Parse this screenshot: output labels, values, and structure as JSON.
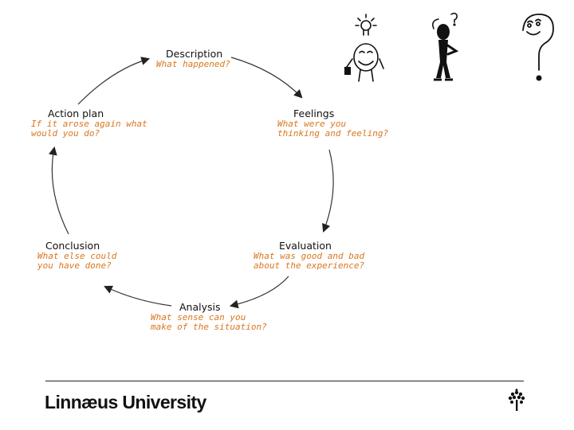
{
  "cycle": {
    "description": {
      "title": "Description",
      "prompt": "What happened?"
    },
    "feelings": {
      "title": "Feelings",
      "prompt": "What were you\nthinking and feeling?"
    },
    "evaluation": {
      "title": "Evaluation",
      "prompt": "What was good and bad\nabout the experience?"
    },
    "analysis": {
      "title": "Analysis",
      "prompt": "What sense can you\nmake of the situation?"
    },
    "conclusion": {
      "title": "Conclusion",
      "prompt": "What else could\nyou have done?"
    },
    "action_plan": {
      "title": "Action plan",
      "prompt": "If it arose again what\nwould you do?"
    }
  },
  "footer": {
    "brand": "Linnæus University"
  },
  "icons": [
    "lightbulb-idea-figure-icon",
    "thinking-figure-icon",
    "question-mark-figure-icon",
    "tree-logo-icon"
  ],
  "colors": {
    "prompt_text": "#d9761e",
    "title_text": "#111111",
    "arrow": "#333333"
  }
}
